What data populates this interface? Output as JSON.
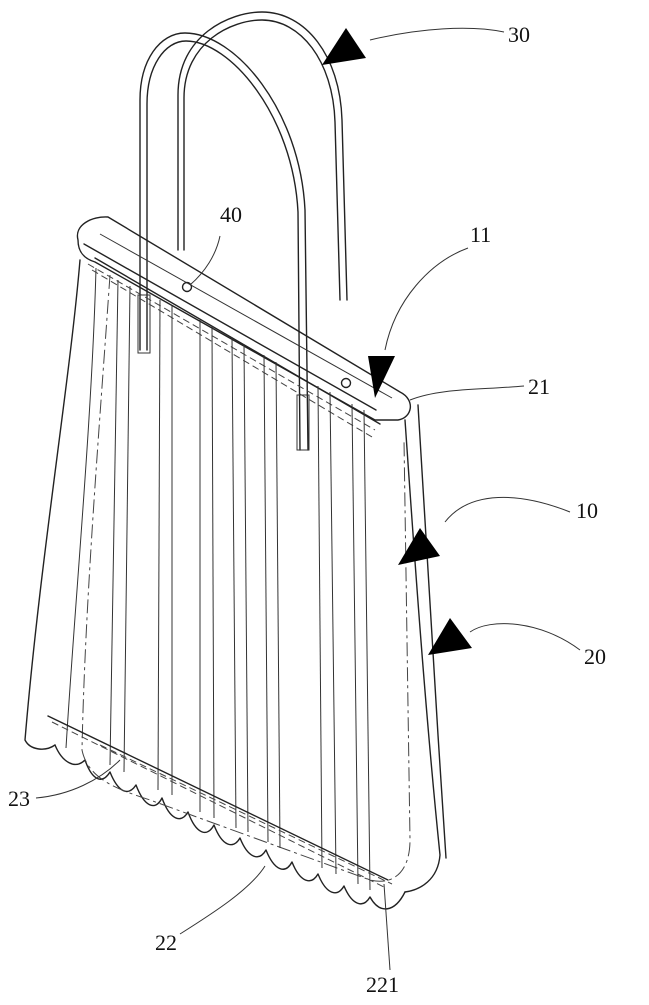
{
  "labels": {
    "handle": "30",
    "hole": "40",
    "mouth": "11",
    "rim": "21",
    "inner_bag": "10",
    "outer_bag": "20",
    "bottom_line": "23",
    "bottom_edge": "22",
    "bottom_end": "221"
  }
}
